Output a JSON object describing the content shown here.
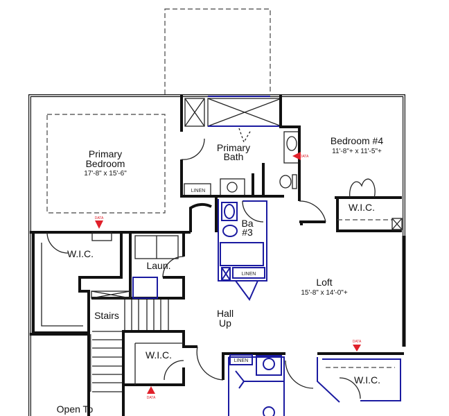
{
  "plan": {
    "rooms": {
      "primary_bedroom": {
        "name_line1": "Primary",
        "name_line2": "Bedroom",
        "dims": "17'-8\" x 15'-6\""
      },
      "primary_bath": {
        "name_line1": "Primary",
        "name_line2": "Bath"
      },
      "bedroom4": {
        "name": "Bedroom #4",
        "dims": "11'-8\"+ x 11'-5\"+"
      },
      "wic_bed4": "W.I.C.",
      "bath3": {
        "line1": "Ba",
        "line2": "#3"
      },
      "wic_primary": "W.I.C.",
      "laundry": "Laun.",
      "loft": {
        "name": "Loft",
        "dims": "15'-8\" x 14'-0\"+"
      },
      "hall": {
        "line1": "Hall",
        "line2": "Up"
      },
      "stairs": "Stairs",
      "wic_center": "W.I.C.",
      "wic_right": "W.I.C.",
      "open_to": "Open To"
    },
    "linen_labels": [
      "LINEN",
      "LINEN",
      "LINEN"
    ],
    "marker_label": "DATA",
    "colors": {
      "wall": "#111111",
      "bath_outline": "#1a1aa0",
      "marker": "#e0202a"
    }
  }
}
